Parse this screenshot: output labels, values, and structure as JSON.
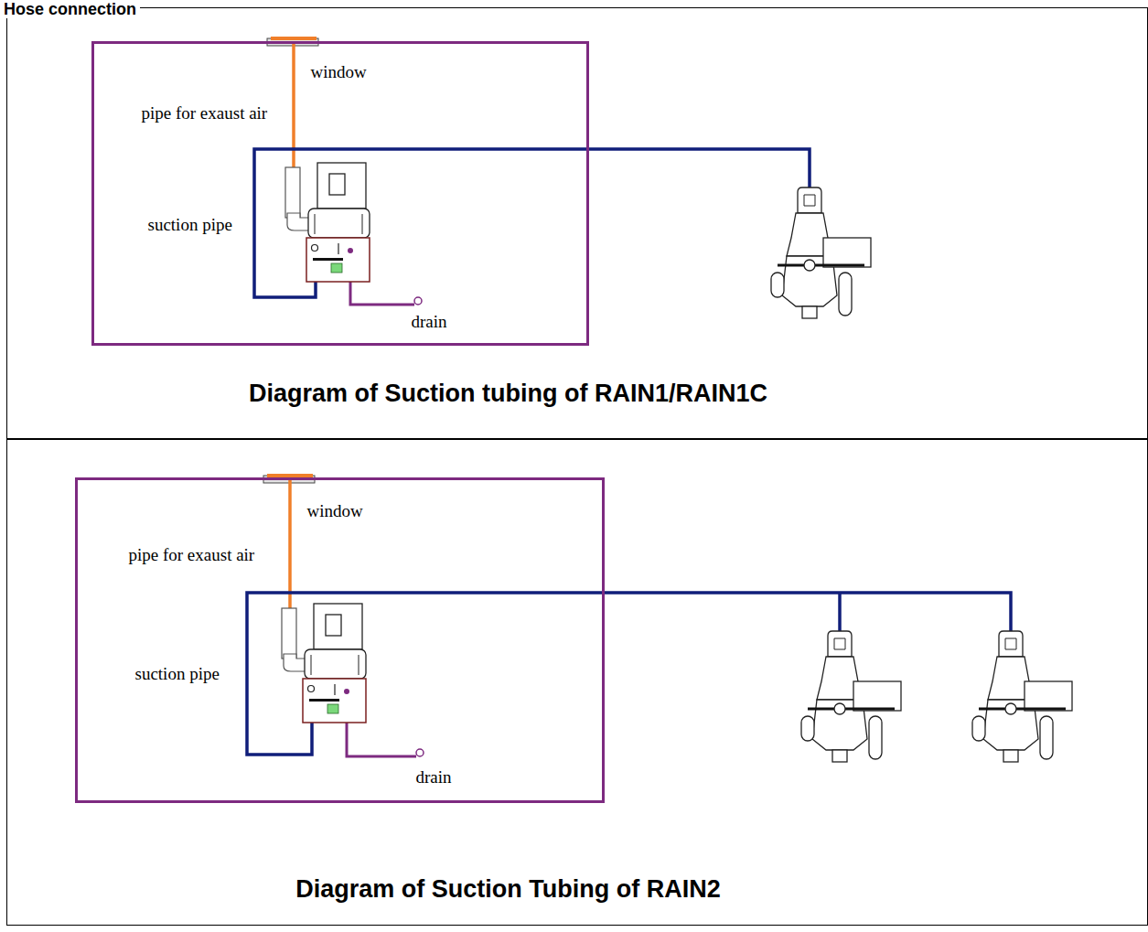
{
  "diagram": {
    "nodes": [
      {
        "text": [
          "Diagram of Suction tubing of RAIN1/RAIN1C"
        ]
      },
      {
        "text": [
          "window",
          "pipe for exaust air",
          "suction pipe",
          "drain"
        ],
        "in": 0
      },
      {
        "text": [
          "Diagram of Suction Tubing of RAIN2"
        ]
      },
      {
        "text": [
          "window",
          "pipe for exaust air",
          "suction pipe",
          "drain"
        ],
        "in": 2
      }
    ],
    "labels": [
      "Hose connection"
    ]
  }
}
